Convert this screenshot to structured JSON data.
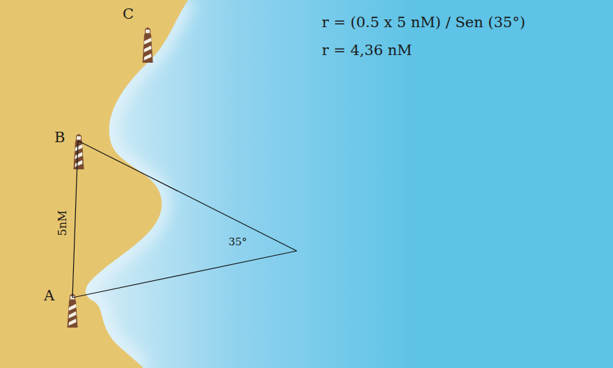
{
  "diagram": {
    "labels": [
      "C",
      "B",
      "A",
      "5nM",
      "35°",
      "r = (0.5 x 5 nM) / Sen (35°)",
      "r = 4,36 nM"
    ]
  }
}
